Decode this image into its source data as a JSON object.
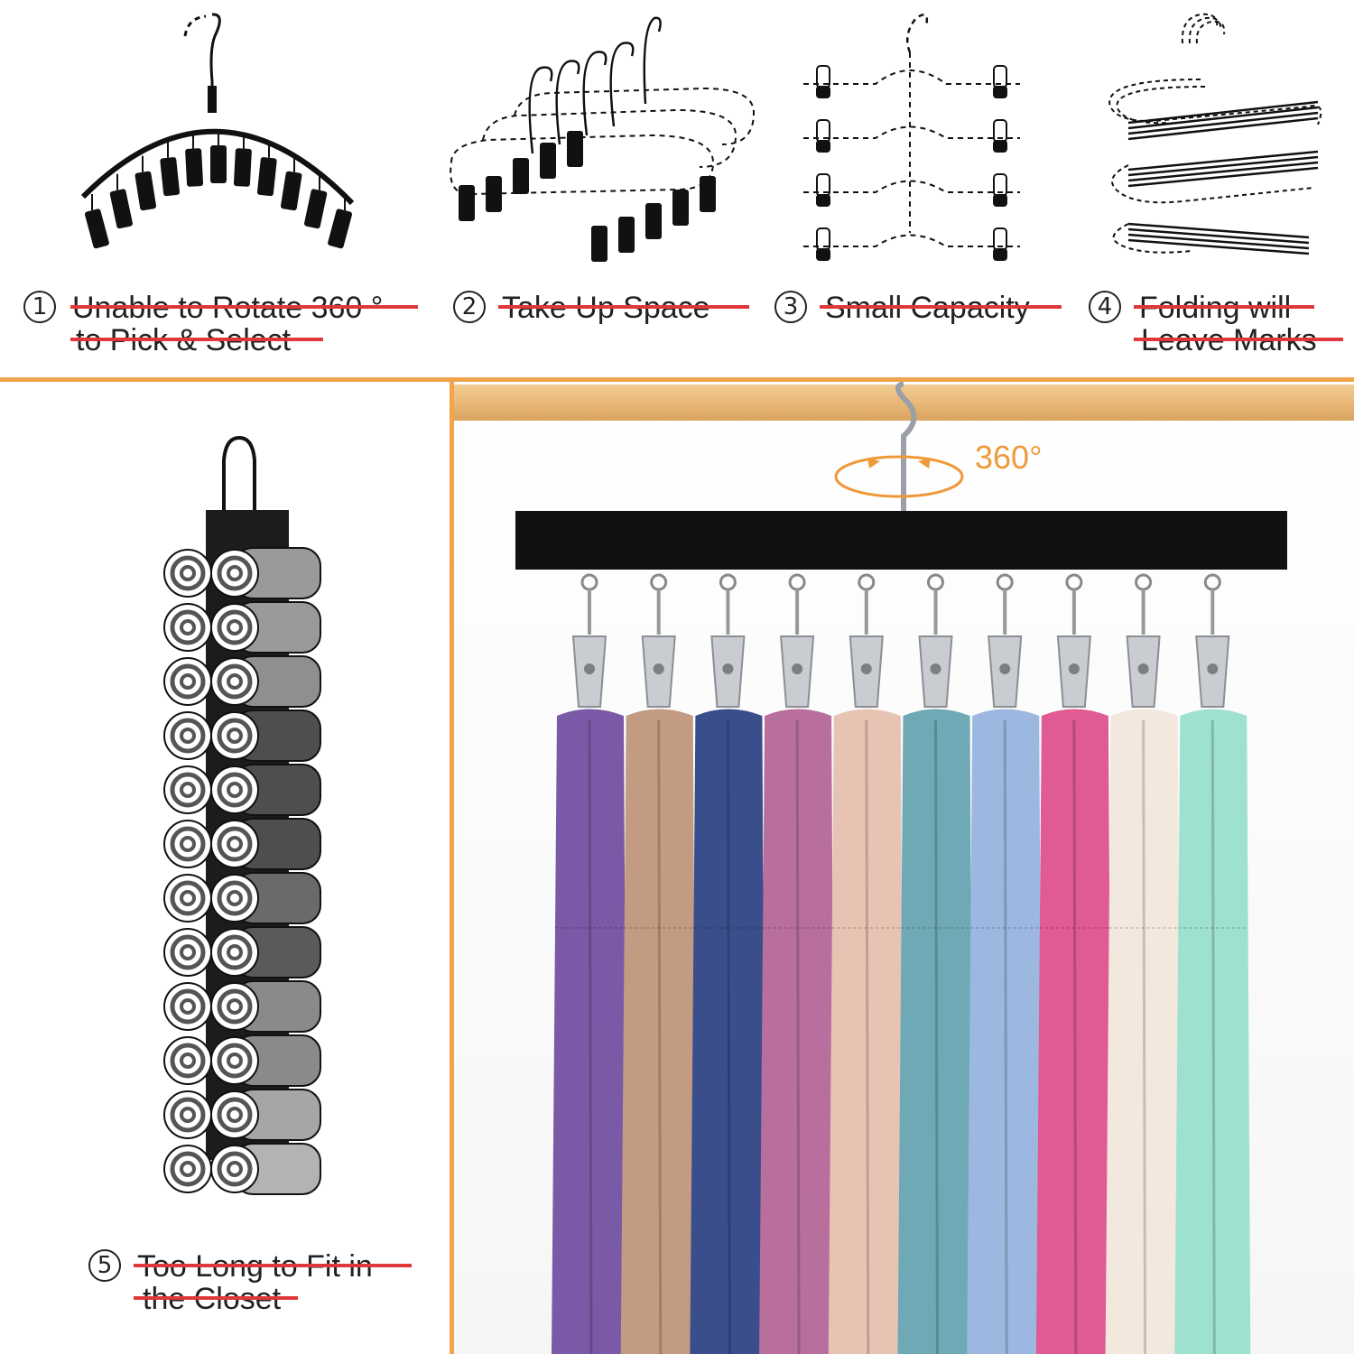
{
  "drawbacks": [
    {
      "number": "1",
      "lines": [
        "Unable to Rotate 360 °",
        "to Pick & Select"
      ],
      "illustration": "arc-clip-hanger"
    },
    {
      "number": "2",
      "lines": [
        "Take Up Space"
      ],
      "illustration": "stacked-clip-hangers"
    },
    {
      "number": "3",
      "lines": [
        "Small Capacity"
      ],
      "illustration": "tiered-clip-hanger"
    },
    {
      "number": "4",
      "lines": [
        "Folding will",
        "Leave Marks"
      ],
      "illustration": "s-shape-pants-hanger"
    },
    {
      "number": "5",
      "lines": [
        "Too Long to Fit in",
        "the Closet"
      ],
      "illustration": "hanging-roll-organizer"
    }
  ],
  "product": {
    "rotation_label": "360°",
    "clip_count": 10,
    "garment_colors": [
      "#7a5aa6",
      "#c39a82",
      "#3b4e8c",
      "#b86f9e",
      "#e7c3b4",
      "#6fa9b6",
      "#9cb8e0",
      "#e05a93",
      "#f2e8dd",
      "#9fe1cf"
    ]
  },
  "colors": {
    "divider": "#f2a44c",
    "strike": "#e0383a",
    "accent": "#ef9a3a",
    "rod": "#e9b978"
  }
}
